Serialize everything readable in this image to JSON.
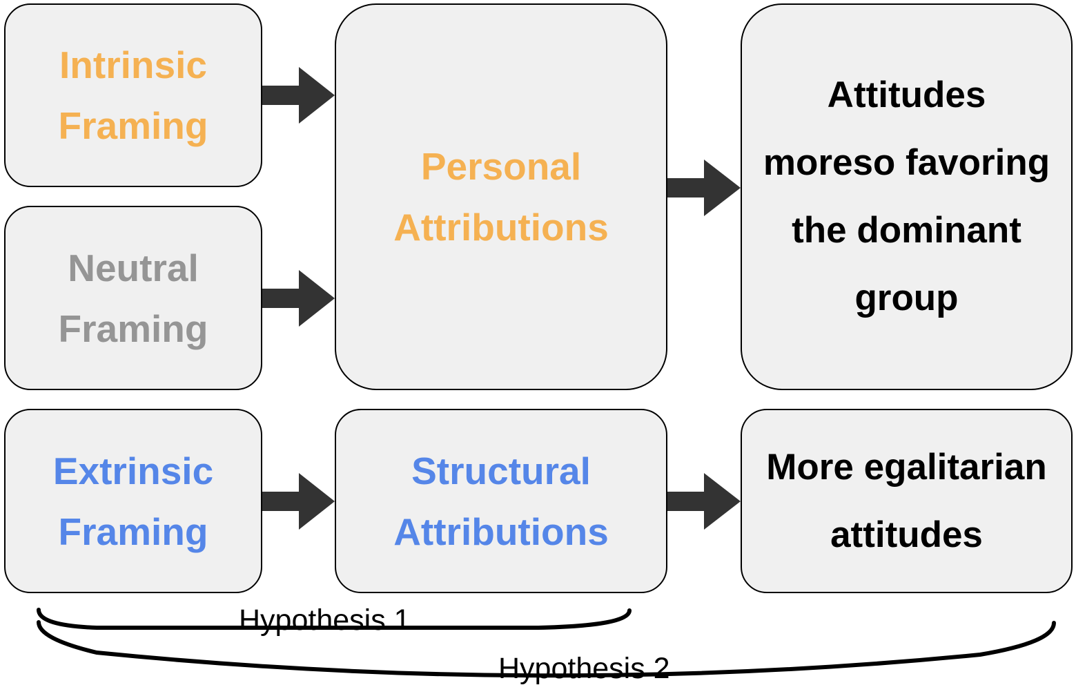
{
  "colors": {
    "intrinsic": "#f5b152",
    "neutral": "#959595",
    "extrinsic": "#5586e8",
    "outcome": "#000000",
    "box_fill": "#f0f0f0",
    "arrow": "#333333"
  },
  "boxes": {
    "intrinsic_framing": {
      "lines": [
        "Intrinsic",
        "Framing"
      ]
    },
    "neutral_framing": {
      "lines": [
        "Neutral",
        "Framing"
      ]
    },
    "extrinsic_framing": {
      "lines": [
        "Extrinsic",
        "Framing"
      ]
    },
    "personal_attributions": {
      "lines": [
        "Personal",
        "Attributions"
      ]
    },
    "structural_attributions": {
      "lines": [
        "Structural",
        "Attributions"
      ]
    },
    "dominant_attitudes": {
      "lines": [
        "Attitudes",
        "moreso favoring",
        "the dominant",
        "group"
      ]
    },
    "egalitarian_attitudes": {
      "lines": [
        "More egalitarian",
        "attitudes"
      ]
    }
  },
  "hypotheses": {
    "h1": "Hypothesis 1",
    "h2": "Hypothesis 2"
  }
}
